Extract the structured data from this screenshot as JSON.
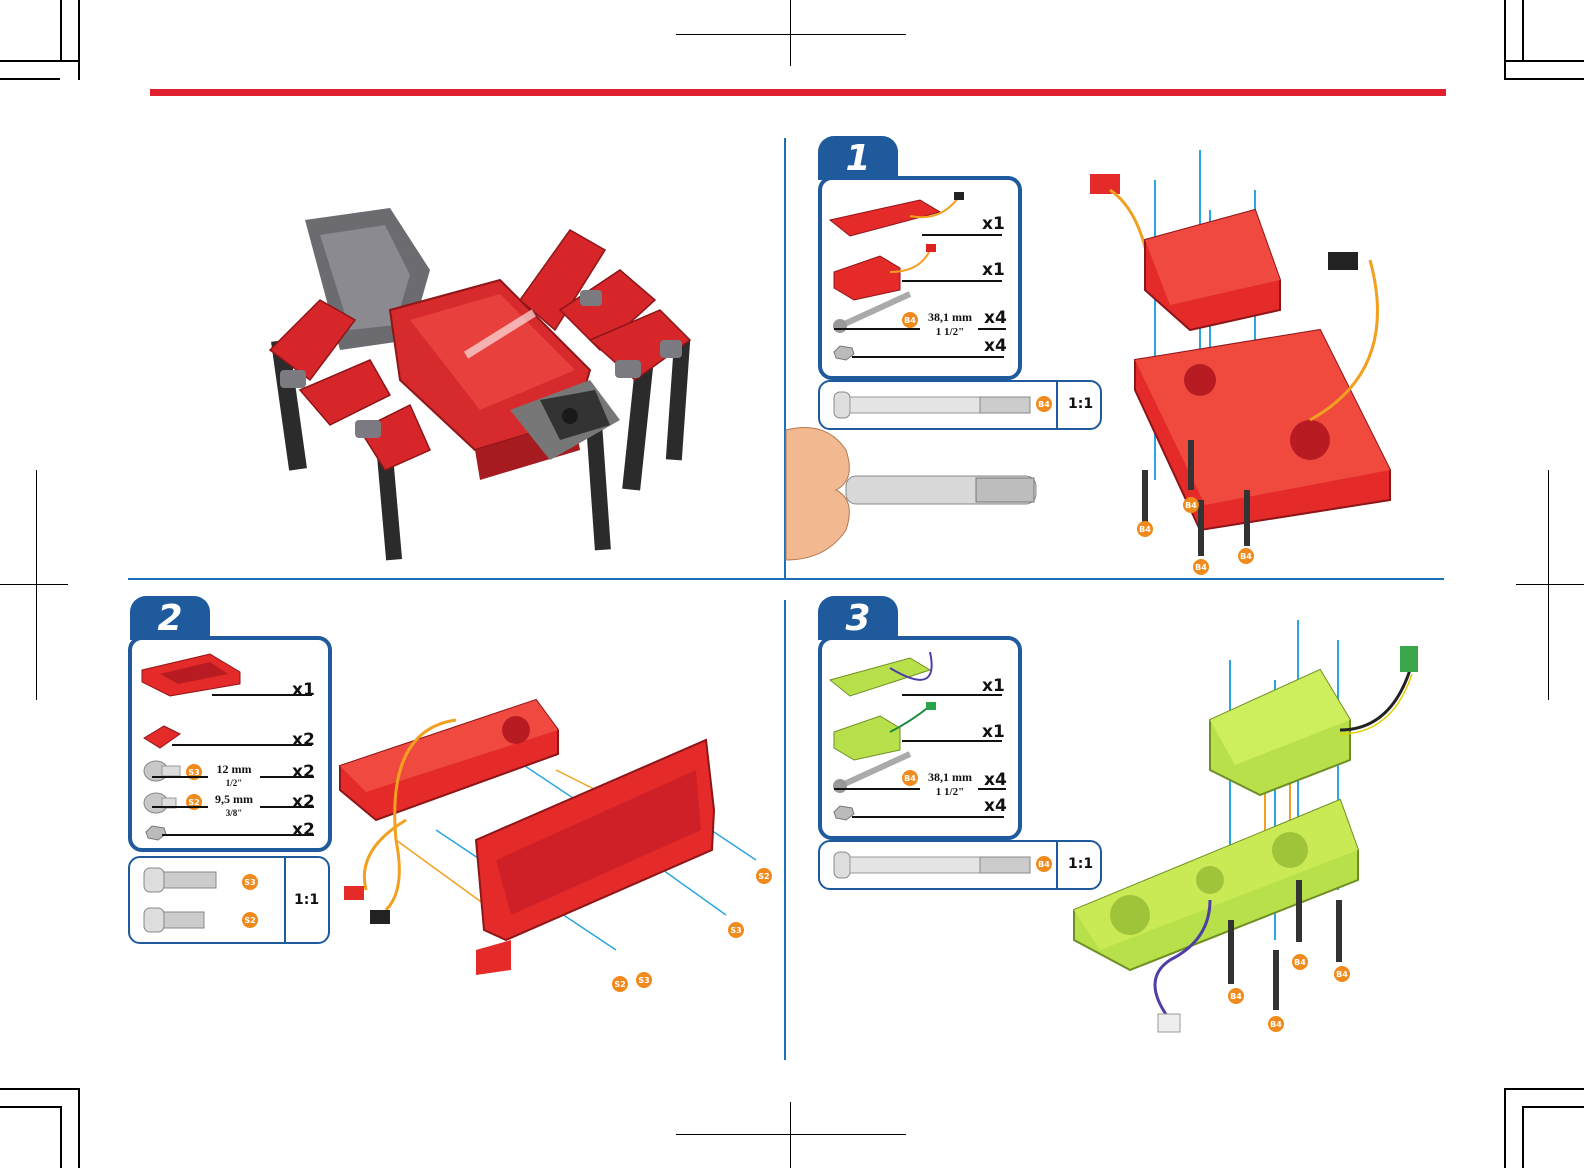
{
  "steps": [
    {
      "number": "1",
      "parts": [
        {
          "qty": "x1"
        },
        {
          "qty": "x1"
        },
        {
          "qty": "x4",
          "badge": "B4",
          "dim_main": "38,1 mm",
          "dim_sub": "1 1/2\""
        },
        {
          "qty": "x4"
        }
      ],
      "scale": {
        "badge": "B4",
        "ratio": "1:1"
      },
      "callouts": [
        "B4",
        "B4",
        "B4",
        "B4"
      ]
    },
    {
      "number": "2",
      "parts": [
        {
          "qty": "x1"
        },
        {
          "qty": "x2"
        },
        {
          "qty": "x2",
          "badge": "S3",
          "dim_main": "12 mm",
          "dim_sub": "1/2\""
        },
        {
          "qty": "x2",
          "badge": "S2",
          "dim_main": "9,5 mm",
          "dim_sub": "3/8\""
        },
        {
          "qty": "x2"
        }
      ],
      "scale": {
        "badges": [
          "S3",
          "S2"
        ],
        "ratio": "1:1"
      },
      "callouts": [
        "S2",
        "S3",
        "S2",
        "S3"
      ]
    },
    {
      "number": "3",
      "parts": [
        {
          "qty": "x1"
        },
        {
          "qty": "x1"
        },
        {
          "qty": "x4",
          "badge": "B4",
          "dim_main": "38,1 mm",
          "dim_sub": "1 1/2\""
        },
        {
          "qty": "x4"
        }
      ],
      "scale": {
        "badge": "B4",
        "ratio": "1:1"
      },
      "callouts": [
        "B4",
        "B4",
        "B4",
        "B4"
      ]
    }
  ],
  "colors": {
    "brand_red": "#e0202e",
    "tab_blue": "#1f5a9c",
    "divider_blue": "#1d6fb8",
    "part_red": "#e52a2a",
    "part_green": "#b7e04a",
    "badge_orange": "#f08a1c"
  }
}
